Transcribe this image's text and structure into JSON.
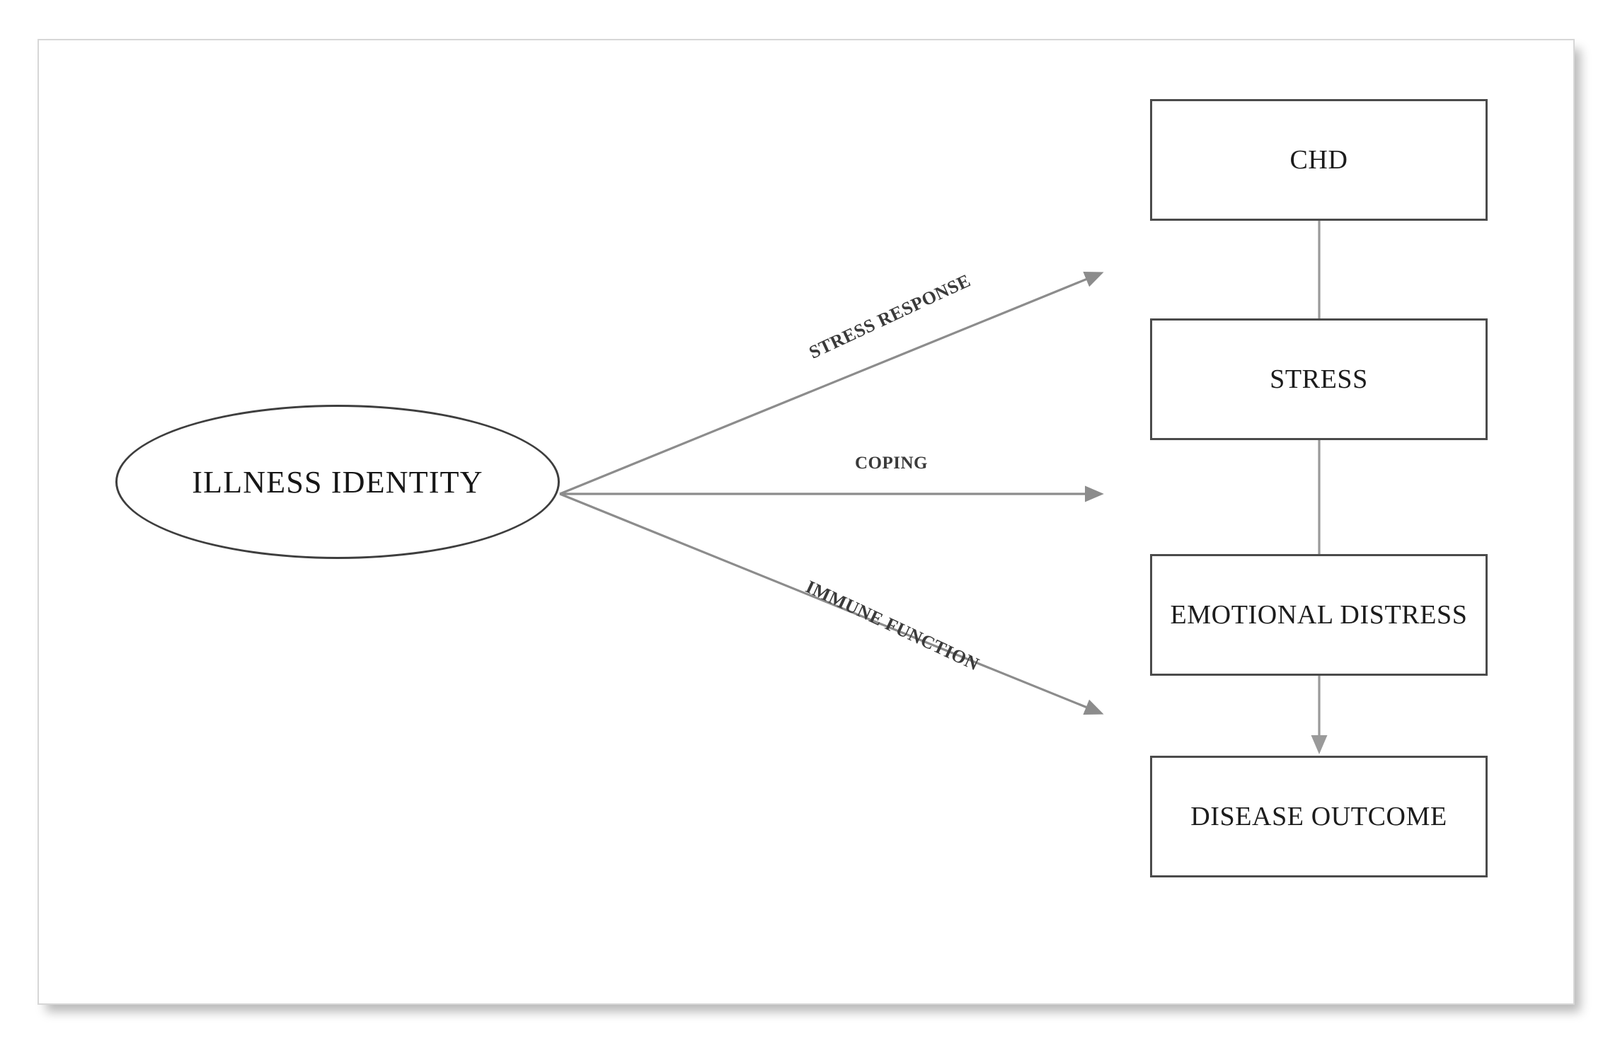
{
  "slide": {
    "background_color": "#ffffff",
    "frame_border_color": "#d7d7d7"
  },
  "diagram": {
    "type": "conceptual-path-model",
    "source_node": {
      "id": "illness-identity",
      "shape": "ellipse",
      "label": "ILLNESS IDENTITY",
      "outline_color": "#3e3e3e"
    },
    "boxes": [
      {
        "id": "chd",
        "label": "CHD",
        "shape": "rectangle",
        "outline_color": "#4b4b4b"
      },
      {
        "id": "stress",
        "label": "STRESS",
        "shape": "rectangle",
        "outline_color": "#4b4b4b"
      },
      {
        "id": "emotional",
        "label": "EMOTIONAL DISTRESS",
        "shape": "rectangle",
        "outline_color": "#4b4b4b"
      },
      {
        "id": "disease",
        "label": "DISEASE OUTCOME",
        "shape": "rectangle",
        "outline_color": "#4b4b4b"
      }
    ],
    "edge_labels": [
      {
        "id": "stress-response",
        "label": "STRESS RESPONSE",
        "rotation_deg": -25
      },
      {
        "id": "coping",
        "label": "COPING",
        "rotation_deg": 0
      },
      {
        "id": "immune-function",
        "label": "IMMUNE FUNCTION",
        "rotation_deg": 25
      }
    ],
    "connectors": [
      {
        "id": "illness-to-top",
        "from": "illness-identity",
        "to": "stress-response-arrow",
        "style": "arrow",
        "color": "#8c8c8c"
      },
      {
        "id": "illness-to-middle",
        "from": "illness-identity",
        "to": "coping-arrow",
        "style": "arrow",
        "color": "#8c8c8c"
      },
      {
        "id": "illness-to-bottom",
        "from": "illness-identity",
        "to": "immune-function-arrow",
        "style": "arrow",
        "color": "#8c8c8c"
      },
      {
        "id": "chd-to-stress",
        "from": "chd",
        "to": "stress",
        "style": "line",
        "color": "#9a9a9a"
      },
      {
        "id": "stress-to-emotional",
        "from": "stress",
        "to": "emotional",
        "style": "line",
        "color": "#9a9a9a"
      },
      {
        "id": "emotional-to-disease",
        "from": "emotional",
        "to": "disease",
        "style": "arrow",
        "color": "#9a9a9a"
      }
    ]
  }
}
